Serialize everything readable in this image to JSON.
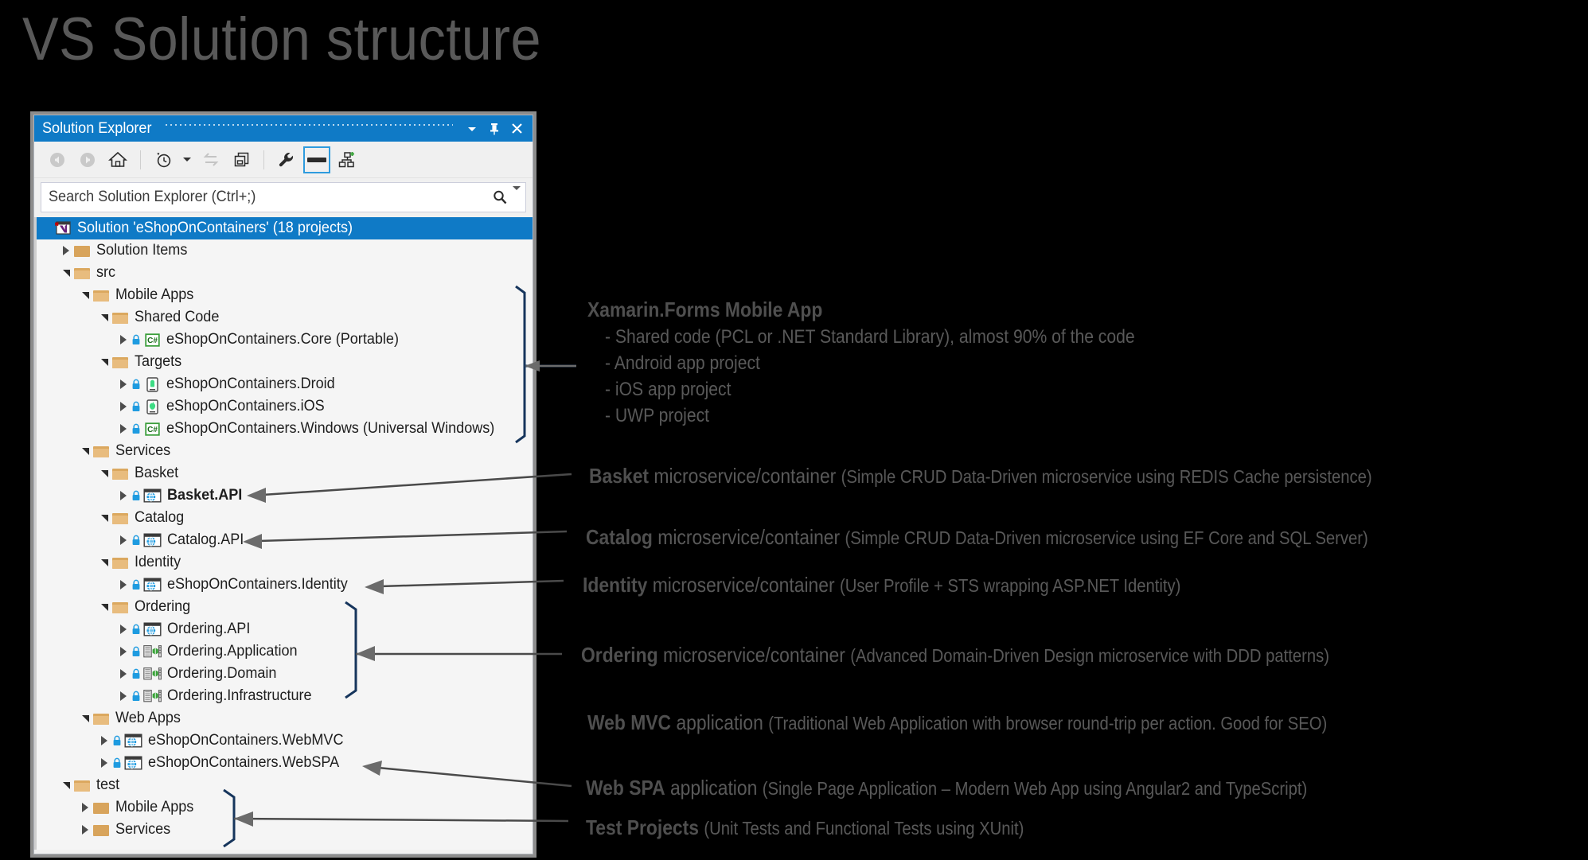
{
  "slide": {
    "title": "VS Solution structure"
  },
  "solution_explorer": {
    "window_title": "Solution Explorer",
    "titlebar_icons": [
      "chevron-down-icon",
      "pin-icon",
      "close-icon"
    ],
    "toolbar": {
      "items": [
        {
          "name": "back-button",
          "glyph": "back-arrow-icon",
          "disabled": true
        },
        {
          "name": "forward-button",
          "glyph": "forward-arrow-icon",
          "disabled": true
        },
        {
          "name": "home-button",
          "glyph": "home-icon",
          "disabled": false
        },
        {
          "name": "pending-changes-button",
          "glyph": "clock-icon",
          "disabled": false
        },
        {
          "name": "pending-changes-dropdown",
          "glyph": "chevron-down-icon",
          "disabled": false
        },
        {
          "name": "sync-with-active-document-button",
          "glyph": "sync-arrows-icon",
          "disabled": true
        },
        {
          "name": "show-all-files-button",
          "glyph": "show-all-files-icon",
          "disabled": false
        },
        {
          "name": "properties-button",
          "glyph": "wrench-icon",
          "disabled": false
        },
        {
          "name": "preview-selected-items-button",
          "glyph": "preview-icon",
          "disabled": false,
          "selected": true
        },
        {
          "name": "view-code-map-button",
          "glyph": "code-map-icon",
          "disabled": false
        }
      ]
    },
    "search": {
      "placeholder": "Search Solution Explorer (Ctrl+;)",
      "value": "",
      "icon": "search-icon",
      "dropdown_icon": "chevron-down-icon"
    },
    "tree": [
      {
        "id": "solution-root",
        "depth": 0,
        "label": "Solution 'eShopOnContainers' (18 projects)",
        "icon": "visual-studio-solution-icon",
        "twisty": "none",
        "selected": true,
        "bold": false,
        "lock": false
      },
      {
        "id": "solution-items",
        "depth": 1,
        "label": "Solution Items",
        "icon": "folder-plain-icon",
        "twisty": "closed",
        "selected": false,
        "bold": false,
        "lock": false
      },
      {
        "id": "src",
        "depth": 1,
        "label": "src",
        "icon": "folder-open-icon",
        "twisty": "open",
        "selected": false,
        "bold": false,
        "lock": false
      },
      {
        "id": "mobile-apps",
        "depth": 2,
        "label": "Mobile Apps",
        "icon": "folder-open-icon",
        "twisty": "open",
        "selected": false,
        "bold": false,
        "lock": false
      },
      {
        "id": "shared-code",
        "depth": 3,
        "label": "Shared Code",
        "icon": "folder-open-icon",
        "twisty": "open",
        "selected": false,
        "bold": false,
        "lock": false
      },
      {
        "id": "core-portable",
        "depth": 4,
        "label": "eShopOnContainers.Core (Portable)",
        "icon": "csharp-project-icon",
        "twisty": "closed",
        "selected": false,
        "bold": false,
        "lock": true
      },
      {
        "id": "targets",
        "depth": 3,
        "label": "Targets",
        "icon": "folder-open-icon",
        "twisty": "open",
        "selected": false,
        "bold": false,
        "lock": false
      },
      {
        "id": "droid",
        "depth": 4,
        "label": "eShopOnContainers.Droid",
        "icon": "android-project-icon",
        "twisty": "closed",
        "selected": false,
        "bold": false,
        "lock": true
      },
      {
        "id": "ios",
        "depth": 4,
        "label": "eShopOnContainers.iOS",
        "icon": "ios-project-icon",
        "twisty": "closed",
        "selected": false,
        "bold": false,
        "lock": true
      },
      {
        "id": "windows-uwp",
        "depth": 4,
        "label": "eShopOnContainers.Windows (Universal Windows)",
        "icon": "csharp-project-icon",
        "twisty": "closed",
        "selected": false,
        "bold": false,
        "lock": true
      },
      {
        "id": "services",
        "depth": 2,
        "label": "Services",
        "icon": "folder-open-icon",
        "twisty": "open",
        "selected": false,
        "bold": false,
        "lock": false
      },
      {
        "id": "basket",
        "depth": 3,
        "label": "Basket",
        "icon": "folder-open-icon",
        "twisty": "open",
        "selected": false,
        "bold": false,
        "lock": false
      },
      {
        "id": "basket-api",
        "depth": 4,
        "label": "Basket.API",
        "icon": "web-project-icon",
        "twisty": "closed",
        "selected": false,
        "bold": true,
        "lock": true
      },
      {
        "id": "catalog",
        "depth": 3,
        "label": "Catalog",
        "icon": "folder-open-icon",
        "twisty": "open",
        "selected": false,
        "bold": false,
        "lock": false
      },
      {
        "id": "catalog-api",
        "depth": 4,
        "label": "Catalog.API",
        "icon": "web-project-icon",
        "twisty": "closed",
        "selected": false,
        "bold": false,
        "lock": true
      },
      {
        "id": "identity",
        "depth": 3,
        "label": "Identity",
        "icon": "folder-open-icon",
        "twisty": "open",
        "selected": false,
        "bold": false,
        "lock": false
      },
      {
        "id": "identity-project",
        "depth": 4,
        "label": "eShopOnContainers.Identity",
        "icon": "web-project-icon",
        "twisty": "closed",
        "selected": false,
        "bold": false,
        "lock": true
      },
      {
        "id": "ordering",
        "depth": 3,
        "label": "Ordering",
        "icon": "folder-open-icon",
        "twisty": "open",
        "selected": false,
        "bold": false,
        "lock": false
      },
      {
        "id": "ordering-api",
        "depth": 4,
        "label": "Ordering.API",
        "icon": "web-project-icon",
        "twisty": "closed",
        "selected": false,
        "bold": false,
        "lock": true
      },
      {
        "id": "ordering-application",
        "depth": 4,
        "label": "Ordering.Application",
        "icon": "class-library-icon",
        "twisty": "closed",
        "selected": false,
        "bold": false,
        "lock": true
      },
      {
        "id": "ordering-domain",
        "depth": 4,
        "label": "Ordering.Domain",
        "icon": "class-library-icon",
        "twisty": "closed",
        "selected": false,
        "bold": false,
        "lock": true
      },
      {
        "id": "ordering-infrastructure",
        "depth": 4,
        "label": "Ordering.Infrastructure",
        "icon": "class-library-icon",
        "twisty": "closed",
        "selected": false,
        "bold": false,
        "lock": true
      },
      {
        "id": "web-apps",
        "depth": 2,
        "label": "Web Apps",
        "icon": "folder-open-icon",
        "twisty": "open",
        "selected": false,
        "bold": false,
        "lock": false
      },
      {
        "id": "webmvc",
        "depth": 3,
        "label": "eShopOnContainers.WebMVC",
        "icon": "web-project-icon",
        "twisty": "closed",
        "selected": false,
        "bold": false,
        "lock": true
      },
      {
        "id": "webspa",
        "depth": 3,
        "label": "eShopOnContainers.WebSPA",
        "icon": "web-project-icon",
        "twisty": "closed",
        "selected": false,
        "bold": false,
        "lock": true
      },
      {
        "id": "test",
        "depth": 1,
        "label": "test",
        "icon": "folder-open-icon",
        "twisty": "open",
        "selected": false,
        "bold": false,
        "lock": false
      },
      {
        "id": "test-mobile-apps",
        "depth": 2,
        "label": "Mobile Apps",
        "icon": "folder-plain-icon",
        "twisty": "closed",
        "selected": false,
        "bold": false,
        "lock": false
      },
      {
        "id": "test-services",
        "depth": 2,
        "label": "Services",
        "icon": "folder-plain-icon",
        "twisty": "closed",
        "selected": false,
        "bold": false,
        "lock": false
      }
    ]
  },
  "annotations": {
    "xamarin": {
      "heading": "Xamarin.Forms Mobile App",
      "bullets": [
        "- Shared code (PCL or .NET Standard Library), almost 90% of the code",
        "- Android app project",
        "- iOS app project",
        "- UWP project"
      ]
    },
    "lines": [
      {
        "id": "basket-anno",
        "bold": "Basket",
        "mid": " microservice/container ",
        "paren": "(Simple CRUD Data-Driven microservice using REDIS Cache persistence)"
      },
      {
        "id": "catalog-anno",
        "bold": "Catalog",
        "mid": " microservice/container ",
        "paren": "(Simple CRUD Data-Driven microservice using EF Core and SQL Server)"
      },
      {
        "id": "identity-anno",
        "bold": "Identity",
        "mid": " microservice/container ",
        "paren": "(User Profile + STS wrapping ASP.NET Identity)"
      },
      {
        "id": "ordering-anno",
        "bold": "Ordering",
        "mid": " microservice/container ",
        "paren": "(Advanced Domain-Driven Design microservice with DDD patterns)"
      },
      {
        "id": "webmvc-anno",
        "bold": "Web MVC",
        "mid": " application ",
        "paren": "(Traditional Web Application with browser round-trip per action. Good for SEO)"
      },
      {
        "id": "webspa-anno",
        "bold": "Web SPA",
        "mid": " application ",
        "paren": "(Single Page Application – Modern Web App using Angular2 and TypeScript)"
      },
      {
        "id": "test-anno",
        "bold": "Test Projects",
        "mid": " ",
        "paren": "(Unit Tests and Functional Tests using XUnit)"
      }
    ]
  },
  "colors": {
    "background": "#000000",
    "accent_blue": "#0f7ac6",
    "annotation_gray": "#595959",
    "folder_orange": "#dba85f",
    "panel_bg": "#f5f5f5"
  }
}
